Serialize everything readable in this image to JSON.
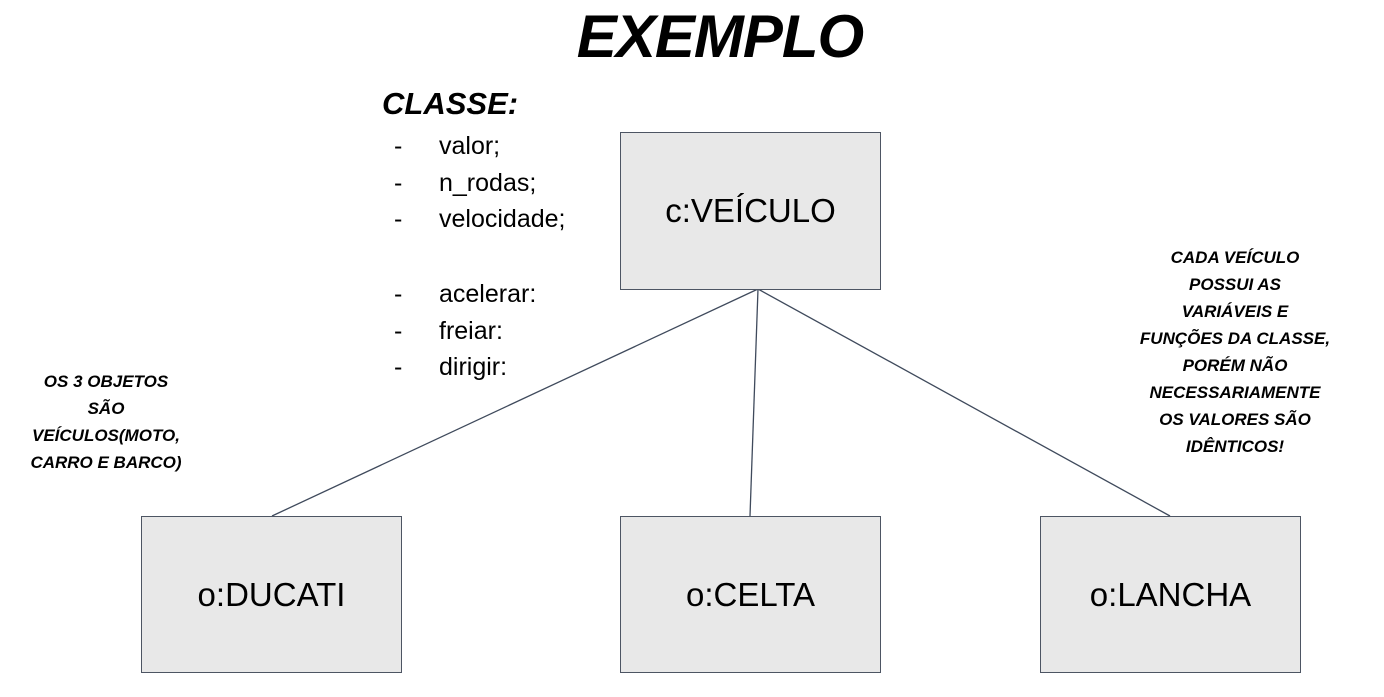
{
  "title": "EXEMPLO",
  "class_section": {
    "heading": "CLASSE:",
    "bullet": "-",
    "attributes": [
      "valor;",
      "n_rodas;",
      "velocidade;"
    ],
    "methods": [
      "acelerar:",
      "freiar:",
      "dirigir:"
    ]
  },
  "class_node": {
    "label": "c:VEÍCULO"
  },
  "objects": [
    {
      "label": "o:DUCATI"
    },
    {
      "label": "o:CELTA"
    },
    {
      "label": "o:LANCHA"
    }
  ],
  "notes": {
    "left": [
      "OS 3 OBJETOS",
      "SÃO",
      "VEÍCULOS(MOTO,",
      "CARRO E BARCO)"
    ],
    "right": [
      "CADA VEÍCULO",
      "POSSUI AS",
      "VARIÁVEIS E",
      "FUNÇÕES DA CLASSE,",
      "PORÉM NÃO",
      "NECESSARIAMENTE",
      "OS VALORES SÃO",
      "IDÊNTICOS!"
    ]
  },
  "colors": {
    "box_fill": "#e8e8e8",
    "box_border": "#4d5563",
    "connector": "#3f4a5c"
  }
}
